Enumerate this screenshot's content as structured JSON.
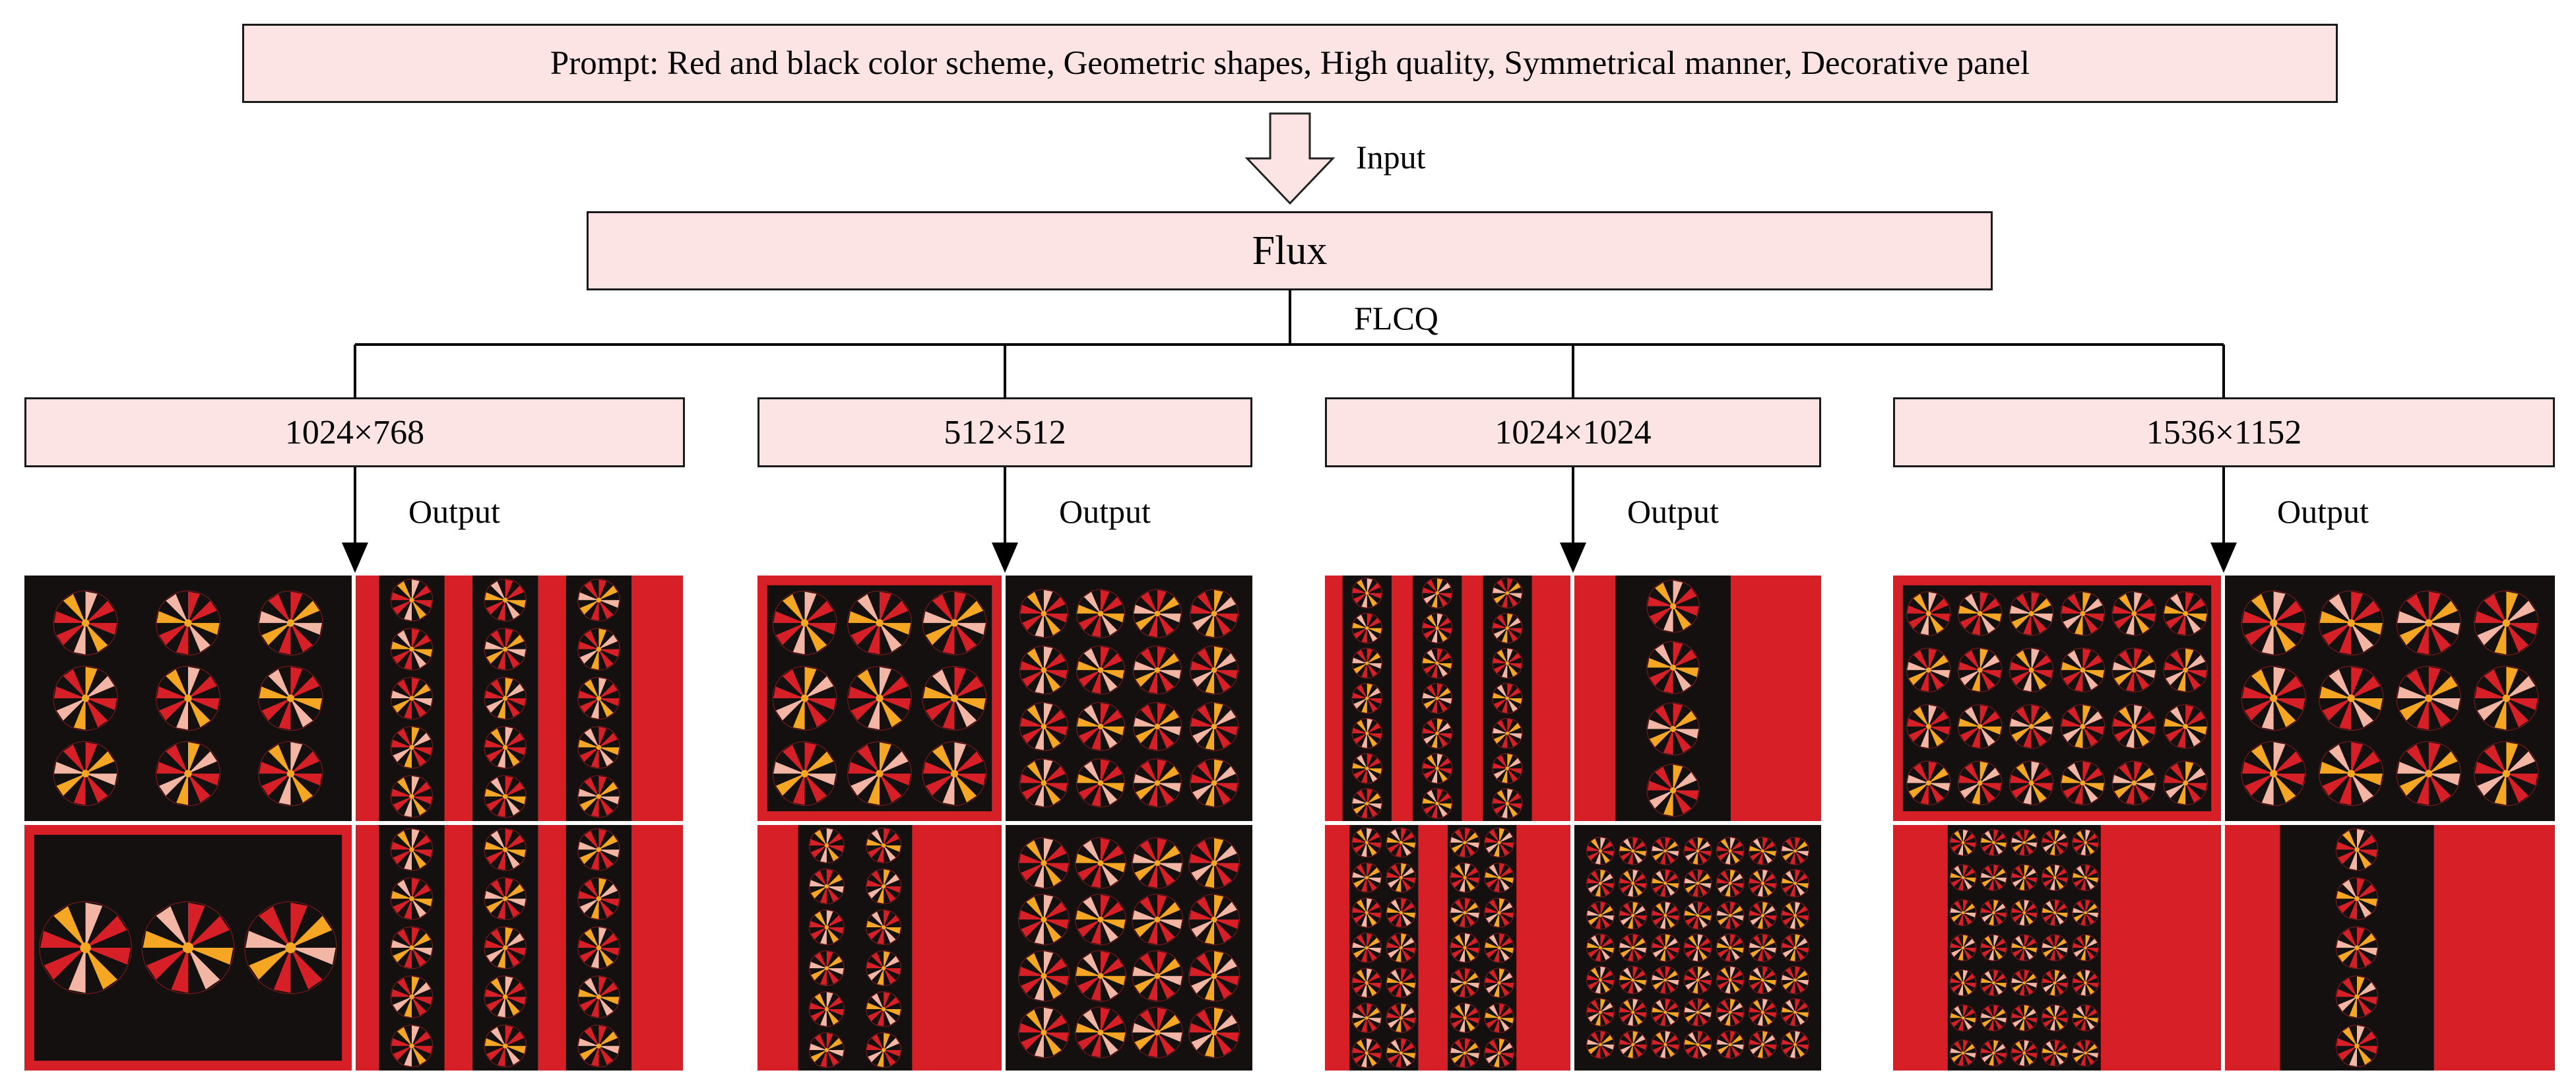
{
  "prompt_box": {
    "text": "Prompt: Red and black color scheme, Geometric shapes, High quality, Symmetrical manner, Decorative panel"
  },
  "input_label": "Input",
  "model_box": {
    "text": "Flux"
  },
  "branch_label": "FLCQ",
  "resolutions": [
    {
      "label": "1024×768",
      "output_label": "Output"
    },
    {
      "label": "512×512",
      "output_label": "Output"
    },
    {
      "label": "1024×1024",
      "output_label": "Output"
    },
    {
      "label": "1536×1152",
      "output_label": "Output"
    }
  ],
  "image_descriptions": {
    "content": "generated decorative panels in red and black with geometric pinwheel motifs",
    "colors": {
      "red": "#d61f26",
      "black": "#141010",
      "orange": "#f5a623",
      "pink": "#f4b6a4"
    }
  }
}
